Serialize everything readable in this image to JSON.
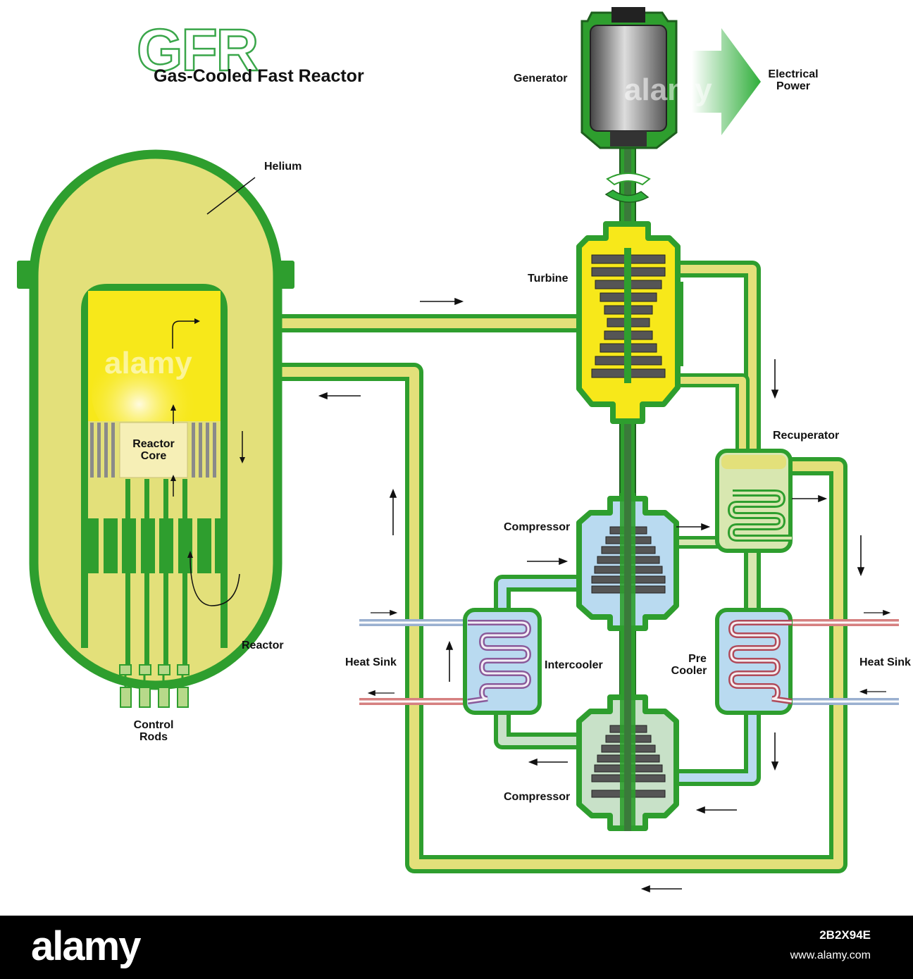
{
  "logo": {
    "mark": "GFR",
    "subtitle": "Gas-Cooled Fast Reactor"
  },
  "labels": {
    "generator": "Generator",
    "electrical_power_line1": "Electrical",
    "electrical_power_line2": "Power",
    "helium": "Helium",
    "turbine": "Turbine",
    "recuperator": "Recuperator",
    "reactor_core_line1": "Reactor",
    "reactor_core_line2": "Core",
    "compressor_upper": "Compressor",
    "compressor_lower": "Compressor",
    "reactor": "Reactor",
    "heat_sink_left": "Heat Sink",
    "heat_sink_right": "Heat Sink",
    "intercooler": "Intercooler",
    "pre_cooler_line1": "Pre",
    "pre_cooler_line2": "Cooler",
    "control_rods_line1": "Control",
    "control_rods_line2": "Rods"
  },
  "watermark": "alamy",
  "footer": {
    "brand": "alamy",
    "image_id": "2B2X94E",
    "url": "www.alamy.com"
  },
  "colors": {
    "pipe_green": "#2e9e2e",
    "helium_fill": "#e3e07a",
    "core_yellow": "#f7e81a",
    "cool_blue": "#b9daf0",
    "hot_red": "#d63a3a",
    "blade_gray": "#555555"
  }
}
